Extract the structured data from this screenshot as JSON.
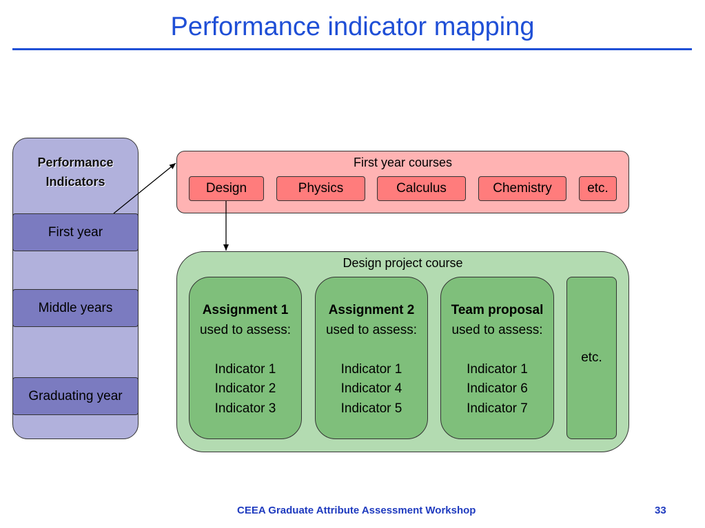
{
  "slide": {
    "title": "Performance indicator mapping",
    "footer_text": "CEEA Graduate Attribute Assessment Workshop",
    "page_number": "33"
  },
  "performance_indicators": {
    "heading_line1": "Performance",
    "heading_line2": "Indicators",
    "levels": [
      "First year",
      "Middle years",
      "Graduating year"
    ]
  },
  "first_year_courses": {
    "title": "First year courses",
    "courses": [
      "Design",
      "Physics",
      "Calculus",
      "Chemistry",
      "etc."
    ]
  },
  "design_project_course": {
    "title": "Design project course",
    "assignments": [
      {
        "name": "Assignment 1",
        "caption": "used to assess:",
        "indicators": [
          "Indicator 1",
          "Indicator 2",
          "Indicator 3"
        ]
      },
      {
        "name": "Assignment 2",
        "caption": "used to assess:",
        "indicators": [
          "Indicator 1",
          "Indicator 4",
          "Indicator 5"
        ]
      },
      {
        "name": "Team proposal",
        "caption": "used to assess:",
        "indicators": [
          "Indicator 1",
          "Indicator 6",
          "Indicator 7"
        ]
      }
    ],
    "etc_label": "etc."
  },
  "colors": {
    "title_blue": "#1f4fd6",
    "indicator_column": "#b1b1dc",
    "indicator_box": "#7b7bc0",
    "first_year_panel": "#ffb3b3",
    "course_box": "#ff7c7c",
    "design_panel": "#b3dbb1",
    "assignment_box": "#7fbf7b"
  }
}
